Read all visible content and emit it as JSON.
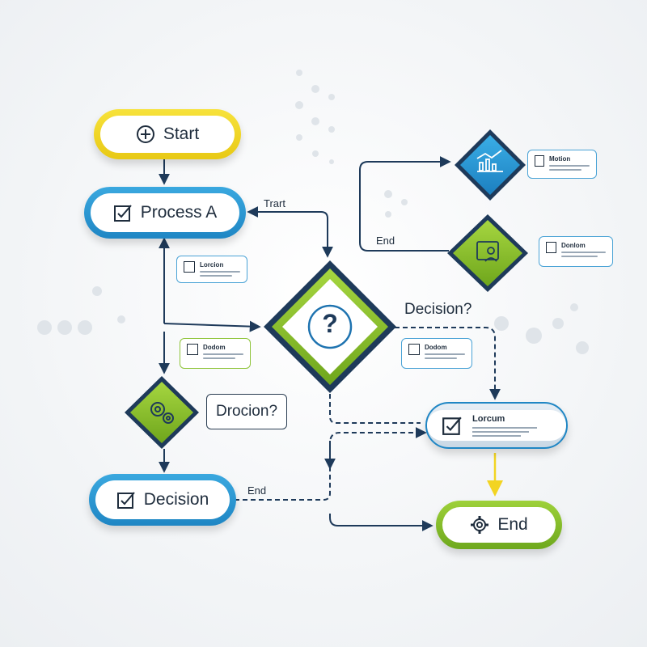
{
  "nodes": {
    "start": "Start",
    "process_a": "Process A",
    "decision_pill": "Decision",
    "lorcum_pill": "Lorcum",
    "end_pill": "End"
  },
  "labels": {
    "trart": "Trart",
    "end_top": "End",
    "end_bottom": "End",
    "decision_question": "Decision?",
    "drocion_question": "Drocion?",
    "center_glyph": "?"
  },
  "info_boxes": {
    "lorcion": "Lorcion",
    "dodom_left": "Dodom",
    "dodom_right": "Dodom",
    "motion": "Motion",
    "donlom": "Donlom"
  },
  "colors": {
    "yellow": "#f2d422",
    "blue": "#2a97d3",
    "green": "#8cc43a",
    "navy": "#1e3a5a",
    "connector": "#1e3a5a"
  },
  "icons": [
    "start-plus-icon",
    "checkbox-icon",
    "gear-icon",
    "question-icon",
    "chart-icon",
    "user-icon",
    "home-icon",
    "document-icon"
  ]
}
